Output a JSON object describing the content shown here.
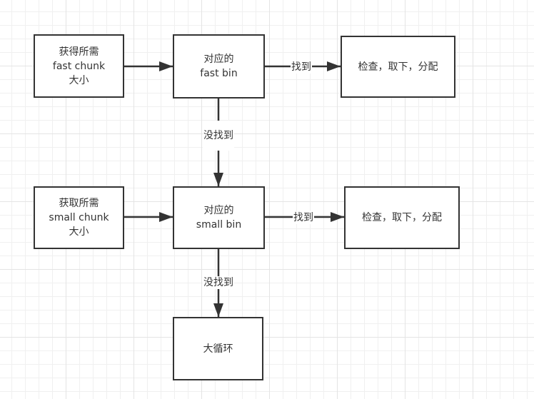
{
  "diagram": {
    "colors": {
      "stroke": "#333333",
      "text": "#333333",
      "background": "#ffffff",
      "grid": "#e4e4e4"
    },
    "nodes": {
      "get_fast_size": "获得所需\nfast chunk\n大小",
      "fast_bin": "对应的\nfast bin",
      "fast_check": "检查，取下，分配",
      "get_small_size": "获取所需\nsmall chunk\n大小",
      "small_bin": "对应的\nsmall bin",
      "small_check": "检查，取下，分配",
      "big_loop": "大循环"
    },
    "edges": {
      "fast_found": "找到",
      "fast_not_found": "没找到",
      "small_found": "找到",
      "small_not_found": "没找到"
    }
  }
}
